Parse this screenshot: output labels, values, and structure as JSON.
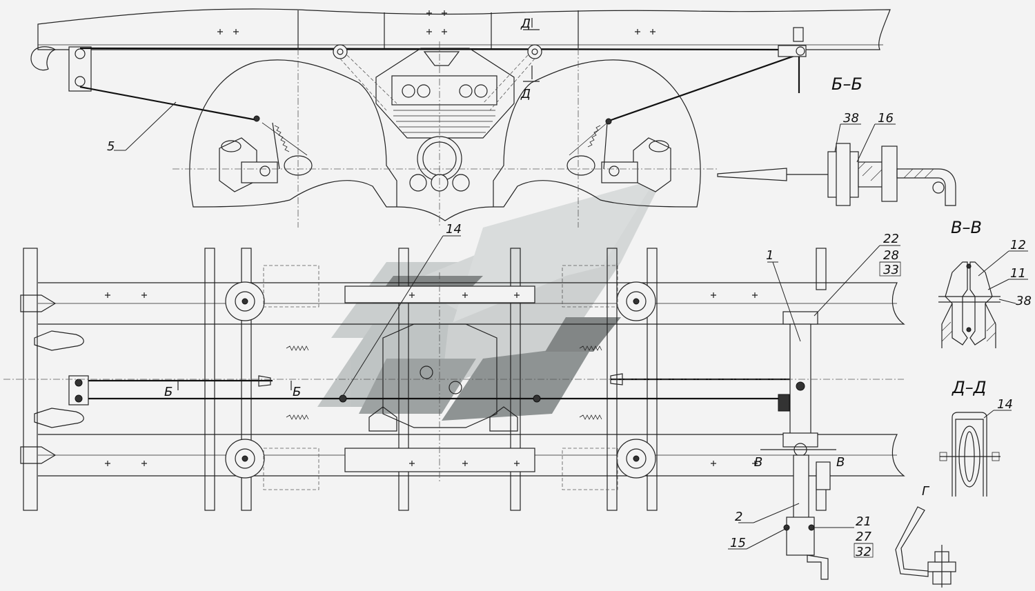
{
  "drawing": {
    "part_numbers": {
      "p1": "1",
      "p2": "2",
      "p5": "5",
      "p11": "11",
      "p12": "12",
      "p14_top": "14",
      "p14_dd": "14",
      "p15": "15",
      "p16": "16",
      "p21": "21",
      "p22": "22",
      "p27": "27",
      "p28": "28",
      "p32": "32",
      "p33": "33",
      "p38_bb": "38",
      "p38_vv": "38"
    },
    "section_titles": {
      "bb": "Б–Б",
      "vv": "В–В",
      "dd": "Д–Д",
      "g": "Г"
    },
    "cut_markers": {
      "d_top": "Д",
      "d_bottom": "Д",
      "b_left": "Б",
      "b_right": "Б",
      "v_left": "В",
      "v_right": "В"
    }
  },
  "colors": {
    "line": "#222222",
    "background": "#f3f3f3",
    "watermark_light": "#c9cdcd",
    "watermark_mid": "#9ea3a3",
    "watermark_dark": "#6f7474"
  }
}
